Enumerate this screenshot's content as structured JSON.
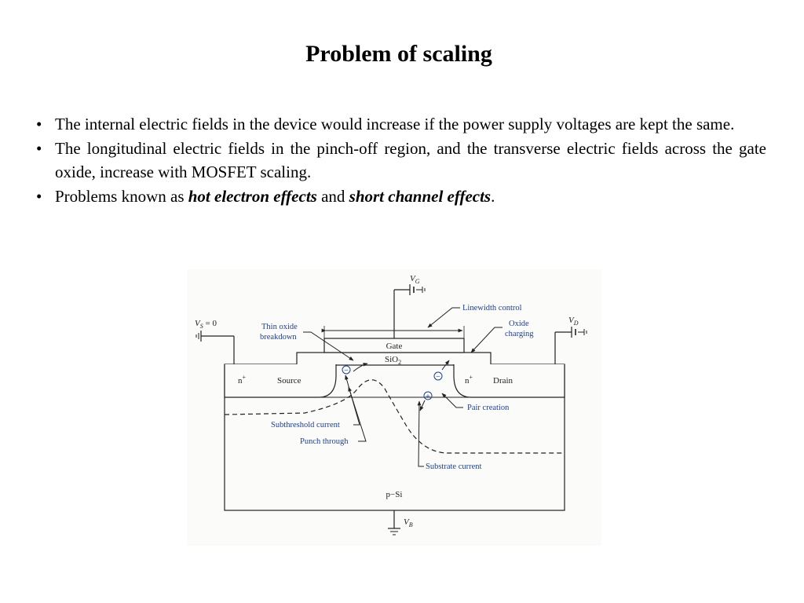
{
  "slide": {
    "title": "Problem of scaling",
    "bullet_marker": "•",
    "bullets": [
      {
        "text": "The internal electric fields in the device would increase if the power supply voltages are kept the same."
      },
      {
        "text": "The longitudinal electric fields in the pinch-off region, and the transverse electric fields across the gate oxide, increase with MOSFET scaling."
      },
      {
        "prefix": "Problems known as ",
        "em1": "hot electron effects",
        "mid": " and ",
        "em2": "short channel effects",
        "suffix": "."
      }
    ]
  },
  "figure": {
    "labels": {
      "vg": "V",
      "vg_sub": "G",
      "vs": "V",
      "vs_sub": "S",
      "vs_eq": " = 0",
      "vd": "V",
      "vd_sub": "D",
      "vb": "V",
      "vb_sub": "B",
      "linewidth_control": "Linewidth control",
      "oxide_charging_1": "Oxide",
      "oxide_charging_2": "charging",
      "thin_oxide_1": "Thin oxide",
      "thin_oxide_2": "breakdown",
      "gate": "Gate",
      "sio2": "SiO",
      "sio2_sub": "2",
      "n_plus_source": "n",
      "n_plus_drain": "n",
      "plus_sup": "+",
      "source": "Source",
      "drain": "Drain",
      "pair_creation": "Pair creation",
      "subthreshold_current": "Subthreshold current",
      "punch_through": "Punch through",
      "substrate_current": "Substrate current",
      "substrate": "p−Si",
      "electron_symbol": "−",
      "hole_symbol": "+"
    }
  }
}
